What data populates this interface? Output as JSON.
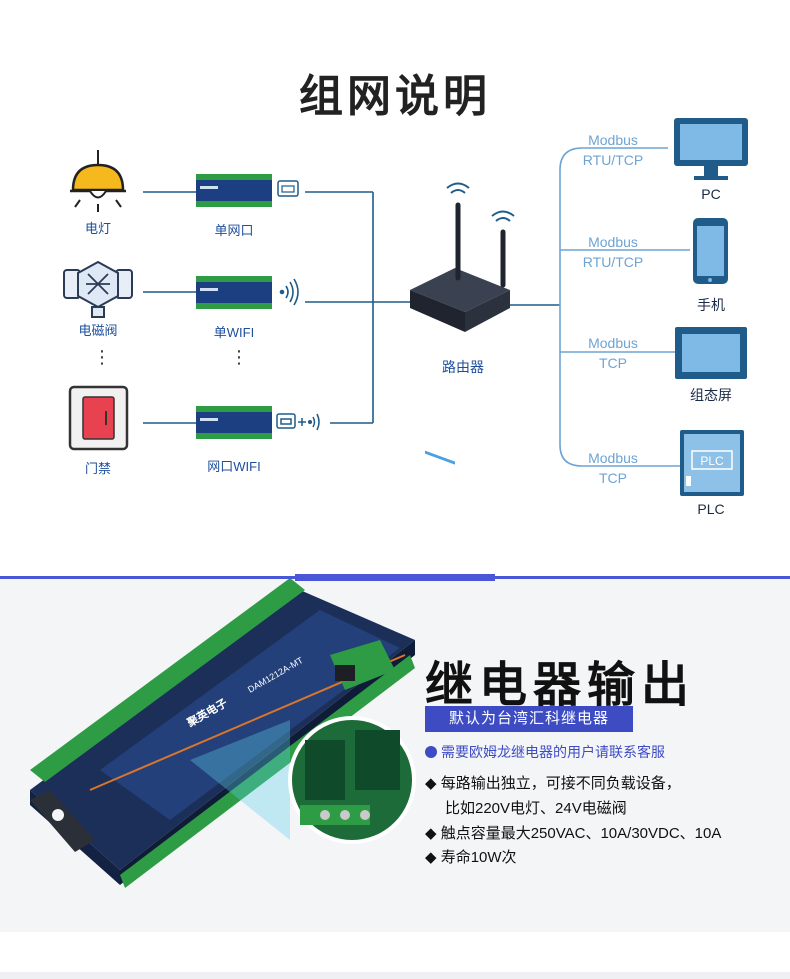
{
  "title": "组网说明",
  "devices_left": [
    {
      "label": "电灯",
      "icon": "lamp-icon"
    },
    {
      "label": "电磁阀",
      "icon": "solenoid-valve-icon"
    },
    {
      "label": "门禁",
      "icon": "door-access-icon"
    }
  ],
  "modules": [
    {
      "label": "单网口",
      "icon": "ethernet-port-icon"
    },
    {
      "label": "单WIFI",
      "icon": "wifi-signal-icon"
    },
    {
      "label": "网口WIFI",
      "icon": "ethernet-wifi-icon"
    }
  ],
  "dots": "⋮",
  "router": {
    "label": "路由器"
  },
  "clients": [
    {
      "label": "PC",
      "protocol_line1": "Modbus",
      "protocol_line2": "RTU/TCP",
      "icon": "monitor-icon"
    },
    {
      "label": "手机",
      "protocol_line1": "Modbus",
      "protocol_line2": "RTU/TCP",
      "icon": "phone-icon"
    },
    {
      "label": "组态屏",
      "protocol_line1": "Modbus",
      "protocol_line2": "TCP",
      "icon": "hmi-screen-icon"
    },
    {
      "label": "PLC",
      "protocol_line1": "Modbus",
      "protocol_line2": "TCP",
      "icon": "plc-icon",
      "screen_text": "PLC"
    }
  ],
  "relay_section": {
    "heading": "继电器输出",
    "badge": "默认为台湾汇科继电器",
    "note": "需要欧姆龙继电器的用户请联系客服",
    "bullets": [
      "每路输出独立，可接不同负载设备，",
      "比如220V电灯、24V电磁阀",
      "触点容量最大250VAC、10A/30VDC、10A",
      "寿命10W次"
    ],
    "board": {
      "brand": "聚英电子",
      "model": "DAM1212A-MT"
    }
  },
  "colors": {
    "accent": "#3e4cc4",
    "line": "#1f5c8a",
    "proto": "#6ea4d3",
    "module_blue": "#1b3f80",
    "terminal_green": "#2e9b45"
  }
}
